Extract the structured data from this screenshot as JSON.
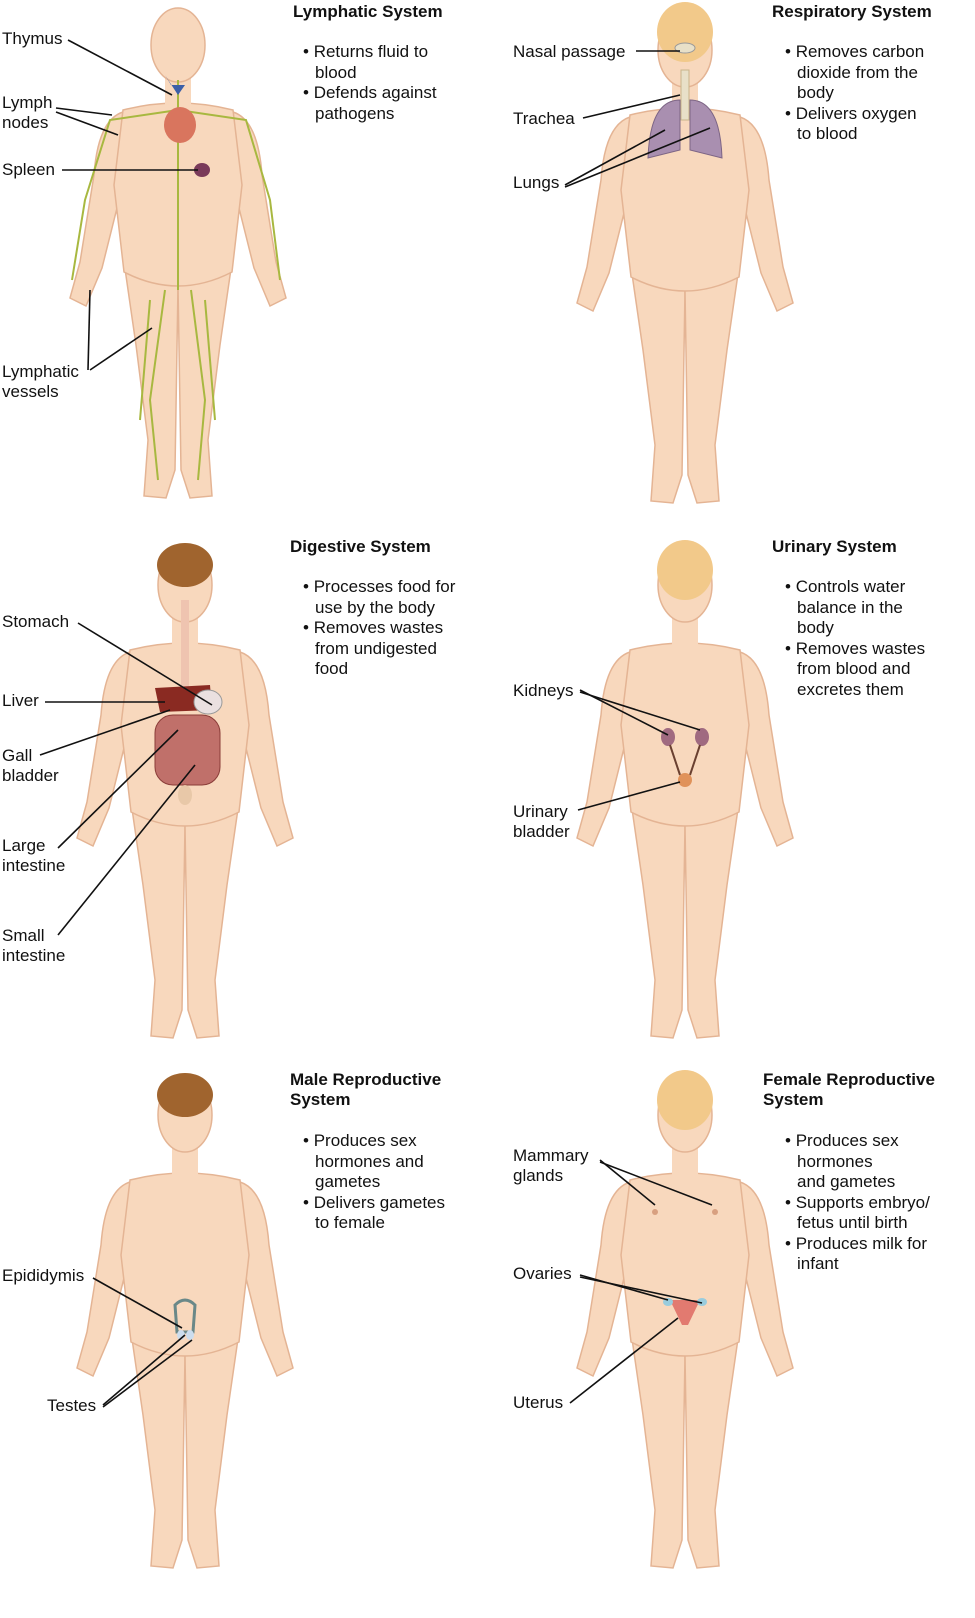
{
  "panels": {
    "lymphatic": {
      "title": "Lymphatic System",
      "bullets": [
        "Returns fluid to\nblood",
        "Defends against\npathogens"
      ],
      "labels": {
        "thymus": "Thymus",
        "lymph_nodes": "Lymph\nnodes",
        "spleen": "Spleen",
        "vessels": "Lymphatic\nvessels"
      }
    },
    "respiratory": {
      "title": "Respiratory System",
      "bullets": [
        "Removes carbon\ndioxide from the\nbody",
        "Delivers oxygen\nto blood"
      ],
      "labels": {
        "nasal": "Nasal passage",
        "trachea": "Trachea",
        "lungs": "Lungs"
      }
    },
    "digestive": {
      "title": "Digestive System",
      "bullets": [
        "Processes food for\nuse by the body",
        "Removes wastes\nfrom undigested\nfood"
      ],
      "labels": {
        "stomach": "Stomach",
        "liver": "Liver",
        "gall": "Gall\nbladder",
        "large": "Large\nintestine",
        "small": "Small\nintestine"
      }
    },
    "urinary": {
      "title": "Urinary System",
      "bullets": [
        "Controls water\nbalance in the\nbody",
        "Removes wastes\nfrom blood and\nexcretes them"
      ],
      "labels": {
        "kidneys": "Kidneys",
        "bladder": "Urinary\nbladder"
      }
    },
    "male": {
      "title": "Male Reproductive\nSystem",
      "bullets": [
        "Produces sex\nhormones and\ngametes",
        "Delivers gametes\nto female"
      ],
      "labels": {
        "epididymis": "Epididymis",
        "testes": "Testes"
      }
    },
    "female": {
      "title": "Female Reproductive\nSystem",
      "bullets": [
        "Produces sex\nhormones\nand gametes",
        "Supports embryo/\nfetus until birth",
        "Produces milk for\ninfant"
      ],
      "labels": {
        "mammary": "Mammary\nglands",
        "ovaries": "Ovaries",
        "uterus": "Uterus"
      }
    }
  },
  "colors": {
    "skin": "#f8d8bd",
    "skin_edge": "#e4b494",
    "lymph": "#a8b840",
    "lung": "#a98fb0",
    "organ": "#b9605a",
    "hair_brown": "#a0642e",
    "hair_blonde": "#f2c98a"
  }
}
